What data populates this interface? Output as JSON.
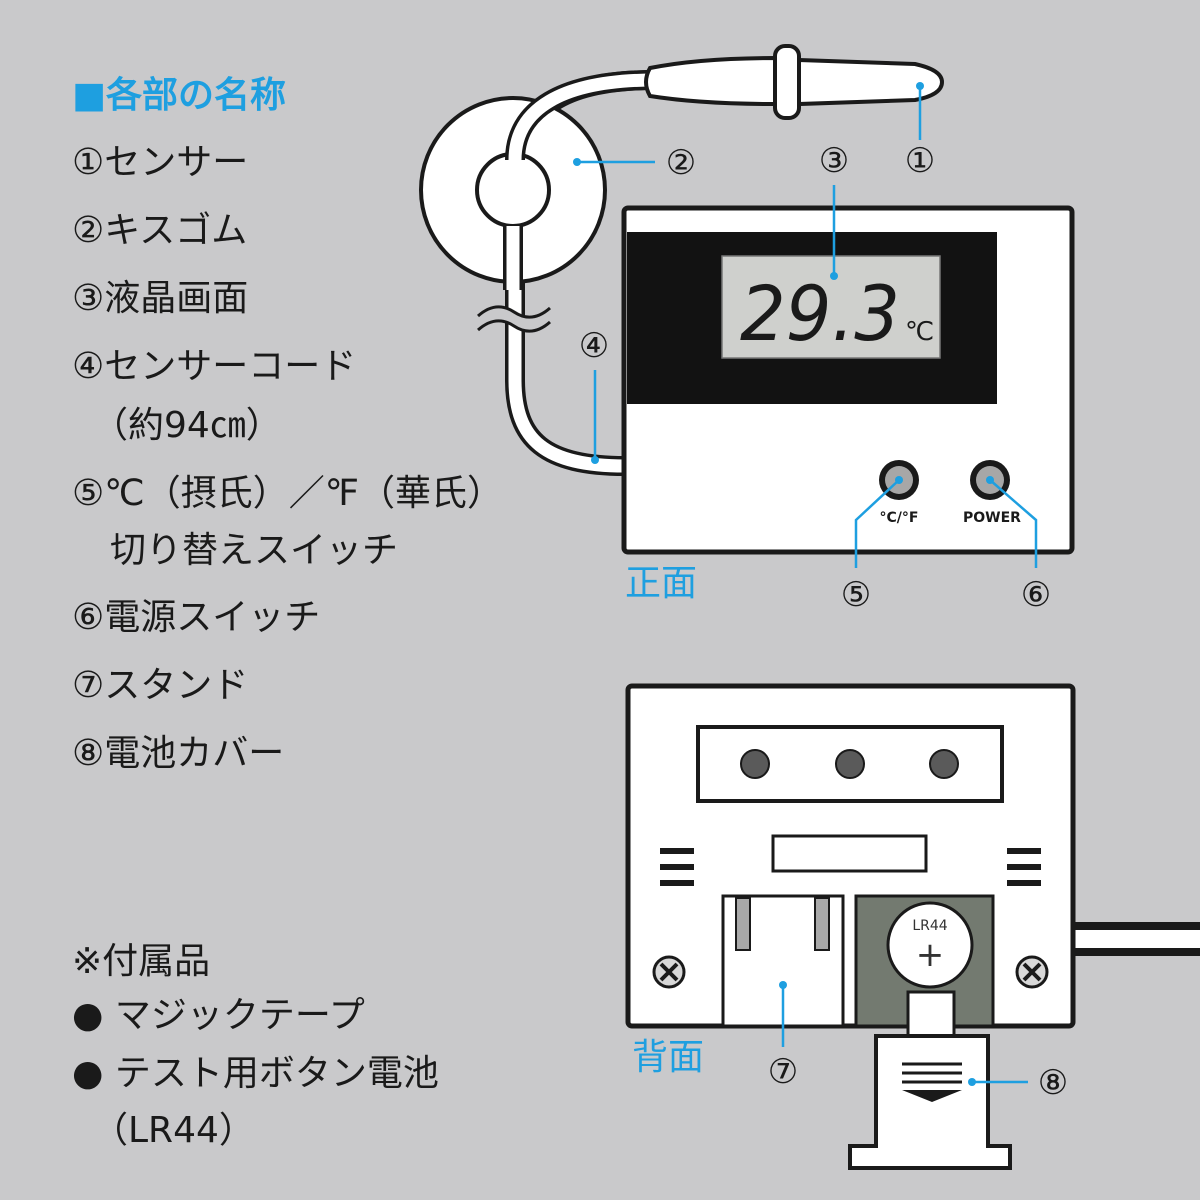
{
  "heading": "■各部の名称",
  "parts": [
    "①センサー",
    "②キスゴム",
    "③液晶画面",
    "④センサーコード",
    "（約94㎝）",
    "⑤℃（摂氏）／℉（華氏）",
    "切り替えスイッチ",
    "⑥電源スイッチ",
    "⑦スタンド",
    "⑧電池カバー"
  ],
  "accessories_title": "※付属品",
  "accessories": [
    "● マジックテープ",
    "● テスト用ボタン電池",
    "（LR44）"
  ],
  "front_label": "正面",
  "back_label": "背面",
  "lcd_reading": "29.3",
  "lcd_unit": "℃",
  "switch_unit_label": "°C/°F",
  "switch_power_label": "POWER",
  "battery_label": "LR44",
  "battery_sign": "+",
  "callouts": [
    "①",
    "②",
    "③",
    "④",
    "⑤",
    "⑥",
    "⑦",
    "⑧"
  ],
  "colors": {
    "background": "#c9c9cb",
    "accent": "#1e9fe0",
    "lcd": "#cfd0cd",
    "device": "#ffffff",
    "battery_cover": "#737a70"
  }
}
